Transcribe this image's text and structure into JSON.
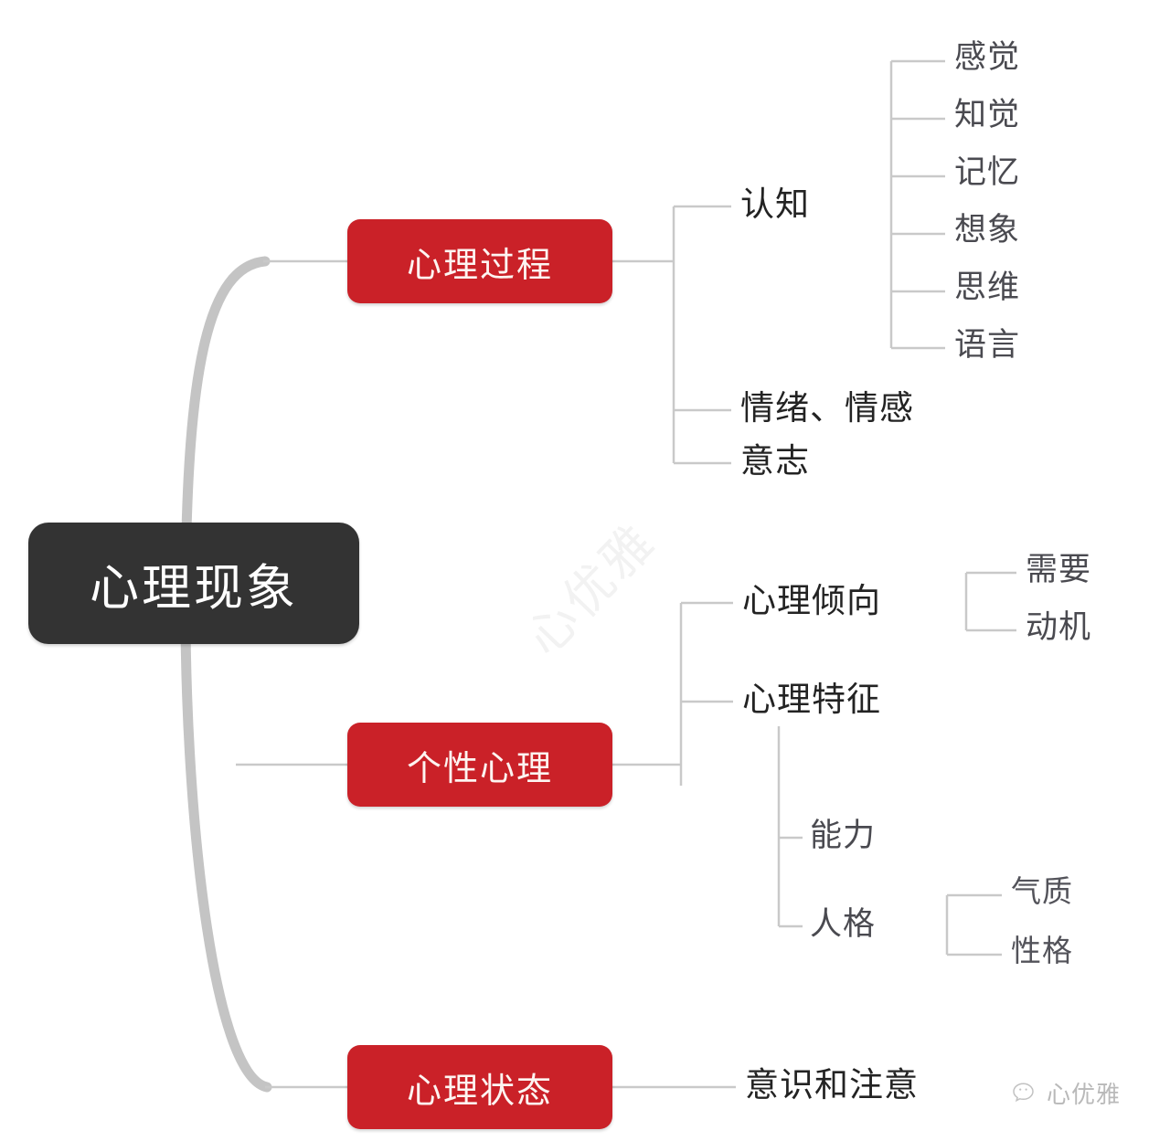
{
  "diagram": {
    "title": "心理现象",
    "type": "mind-map",
    "root": {
      "label": "心理现象"
    },
    "branches": [
      {
        "label": "心理过程",
        "children": [
          {
            "label": "认知",
            "children": [
              {
                "label": "感觉"
              },
              {
                "label": "知觉"
              },
              {
                "label": "记忆"
              },
              {
                "label": "想象"
              },
              {
                "label": "思维"
              },
              {
                "label": "语言"
              }
            ]
          },
          {
            "label": "情绪、情感",
            "children": []
          },
          {
            "label": "意志",
            "children": []
          }
        ]
      },
      {
        "label": "个性心理",
        "children": [
          {
            "label": "心理倾向",
            "children": [
              {
                "label": "需要"
              },
              {
                "label": "动机"
              }
            ]
          },
          {
            "label": "心理特征",
            "children": [
              {
                "label": "能力",
                "children": []
              },
              {
                "label": "人格",
                "children": [
                  {
                    "label": "气质"
                  },
                  {
                    "label": "性格"
                  }
                ]
              }
            ]
          }
        ]
      },
      {
        "label": "心理状态",
        "children": [
          {
            "label": "意识和注意",
            "children": []
          }
        ]
      }
    ]
  },
  "watermark": {
    "center_text": "心优雅",
    "logo_text": "心优雅",
    "logo_icon": "wechat-icon"
  },
  "colors": {
    "root_bg": "#333333",
    "branch_bg": "#ca2128",
    "node_text": "#ffffff",
    "leaf_text": "#2b2b2b",
    "connector_gray": "#c9c9c9",
    "spine_gray": "#c4c4c4",
    "background": "#ffffff"
  }
}
